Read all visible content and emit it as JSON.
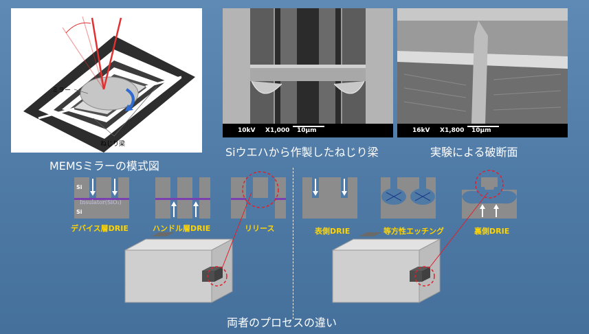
{
  "panels": {
    "mems": {
      "caption": "MEMSミラーの模式図",
      "mirror_label": "ミラー",
      "beam_label": "ねじり梁"
    },
    "sem1": {
      "caption": "Siウエハから作製したねじり梁",
      "kv": "10kV",
      "mag": "X1,000",
      "scale": "10μm"
    },
    "sem2": {
      "caption": "実験による破断面",
      "kv": "16kV",
      "mag": "X1,800",
      "scale": "10μm"
    }
  },
  "process": {
    "left_steps": [
      {
        "label": "デバイス層DRIE"
      },
      {
        "label": "ハンドル層DRIE"
      },
      {
        "label": "リリース"
      }
    ],
    "right_steps": [
      {
        "label": "表側DRIE"
      },
      {
        "label": "等方性エッチング"
      },
      {
        "label": "裏側DRIE"
      }
    ],
    "layer_labels": {
      "si_top": "Si",
      "insulator": "Insulator(SiO₂)",
      "si_bottom": "Si"
    }
  },
  "footer": {
    "caption": "両者のプロセスの違い"
  },
  "colors": {
    "background": "#4f7aa6",
    "caption_text": "#ffffff",
    "step_label": "#ffd400",
    "substrate": "#8c8c8c",
    "oxide": "#7a3fb0",
    "highlight": "#e0202a"
  }
}
